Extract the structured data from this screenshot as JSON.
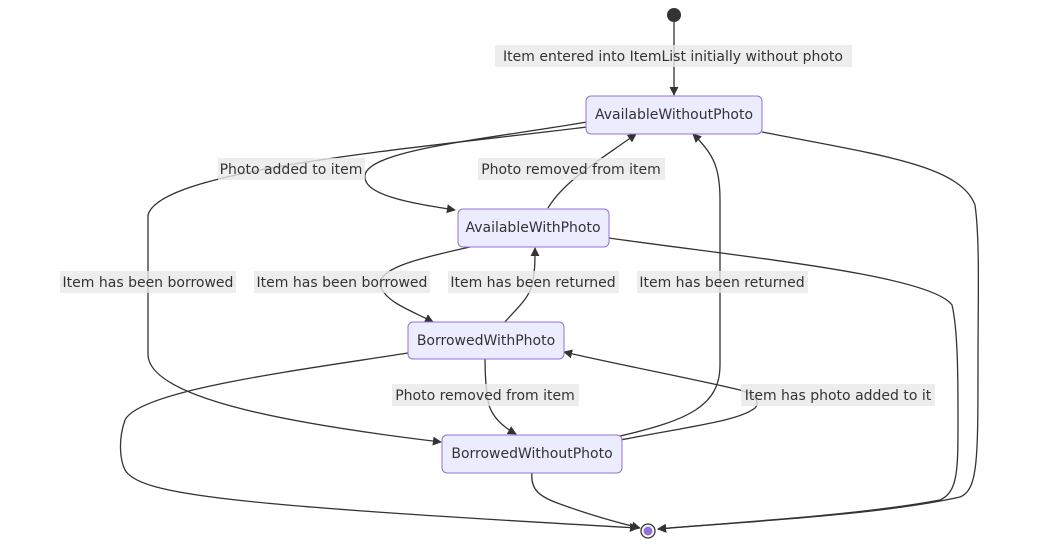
{
  "states": {
    "available_without_photo": "AvailableWithoutPhoto",
    "available_with_photo": "AvailableWithPhoto",
    "borrowed_with_photo": "BorrowedWithPhoto",
    "borrowed_without_photo": "BorrowedWithoutPhoto"
  },
  "transitions": {
    "initial": "Item entered into ItemList initially without photo",
    "awp_to_aw": "Photo added to item",
    "aw_to_awp": "Photo removed from item",
    "awp_to_bwp": "Item has been borrowed",
    "aw_to_bw": "Item has been borrowed",
    "bw_to_aw": "Item has been returned",
    "bwp_to_awp": "Item has been returned",
    "bw_to_bwp": "Photo removed from item",
    "bwp_to_bw": "Item has photo added to it"
  },
  "colors": {
    "state_fill": "#ECECFF",
    "state_stroke": "#9370DB",
    "edge": "#333333",
    "label_bg": "#E8E8E8",
    "end_inner": "#9370DB"
  }
}
